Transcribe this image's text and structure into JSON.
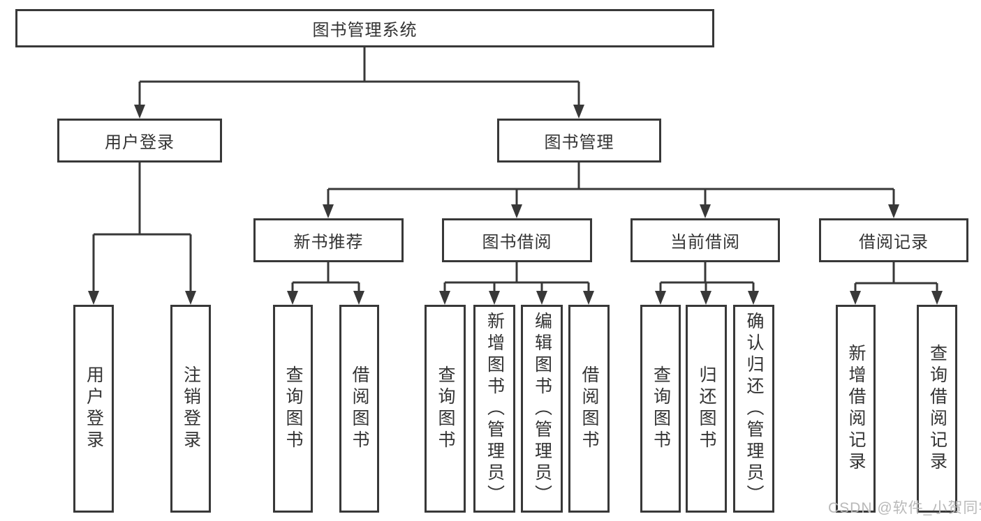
{
  "tree": {
    "label": "图书管理系统",
    "children": [
      {
        "label": "用户登录",
        "children": [
          {
            "label": "用户登录"
          },
          {
            "label": "注销登录"
          }
        ]
      },
      {
        "label": "图书管理",
        "children": [
          {
            "label": "新书推荐",
            "children": [
              {
                "label": "查询图书"
              },
              {
                "label": "借阅图书"
              }
            ]
          },
          {
            "label": "图书借阅",
            "children": [
              {
                "label": "查询图书"
              },
              {
                "label": "新增图书（管理员）"
              },
              {
                "label": "编辑图书（管理员）"
              },
              {
                "label": "借阅图书"
              }
            ]
          },
          {
            "label": "当前借阅",
            "children": [
              {
                "label": "查询图书"
              },
              {
                "label": "归还图书"
              },
              {
                "label": "确认归还（管理员）"
              }
            ]
          },
          {
            "label": "借阅记录",
            "children": [
              {
                "label": "新增借阅记录"
              },
              {
                "label": "查询借阅记录"
              }
            ]
          }
        ]
      }
    ]
  },
  "watermark": {
    "text": "CSDN @软件_小贺同学"
  },
  "colors": {
    "line": "#383838",
    "text": "#333333",
    "watermark": "#b9b9b9",
    "background": "#ffffff"
  }
}
